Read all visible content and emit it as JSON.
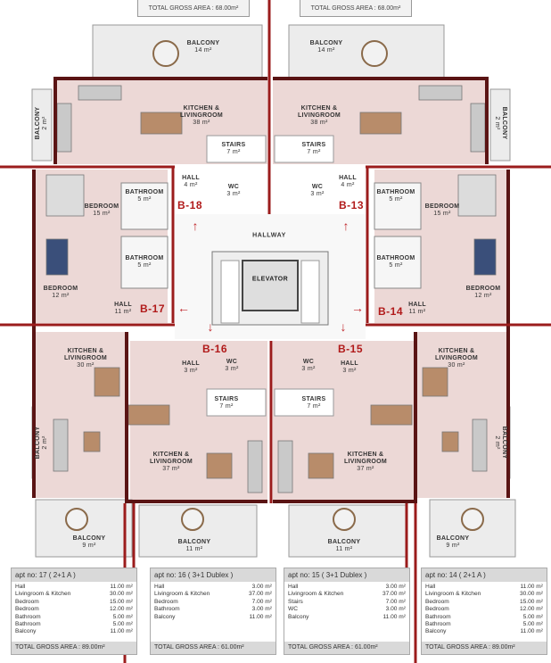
{
  "top_gross": [
    "TOTAL GROSS AREA : 68.00m²",
    "TOTAL GROSS AREA : 68.00m²"
  ],
  "common": {
    "hallway": "HALLWAY",
    "elevator": "ELEVATOR"
  },
  "apartments": [
    "B-18",
    "B-13",
    "B-17",
    "B-14",
    "B-16",
    "B-15"
  ],
  "rooms": {
    "balcony_tl": {
      "name": "BALCONY",
      "area": "14 m²"
    },
    "balcony_tr": {
      "name": "BALCONY",
      "area": "14 m²"
    },
    "kitchen_tl": {
      "name": "KITCHEN & LIVINGROOM",
      "area": "38 m²"
    },
    "kitchen_tr": {
      "name": "KITCHEN & LIVINGROOM",
      "area": "38 m²"
    },
    "stairs_tl": {
      "name": "STAIRS",
      "area": "7 m²"
    },
    "stairs_tr": {
      "name": "STAIRS",
      "area": "7 m²"
    },
    "hall_tl": {
      "name": "HALL",
      "area": "4 m²"
    },
    "hall_tr": {
      "name": "HALL",
      "area": "4 m²"
    },
    "wc_tl": {
      "name": "WC",
      "area": "3 m²"
    },
    "wc_tr": {
      "name": "WC",
      "area": "3 m²"
    },
    "balcony_l1": {
      "name": "BALCONY",
      "area": "2 m²"
    },
    "balcony_r1": {
      "name": "BALCONY",
      "area": "2 m²"
    },
    "bed_l1": {
      "name": "BEDROOM",
      "area": "15 m²"
    },
    "bath_l1": {
      "name": "BATHROOM",
      "area": "5 m²"
    },
    "bed_r1": {
      "name": "BEDROOM",
      "area": "15 m²"
    },
    "bath_r1": {
      "name": "BATHROOM",
      "area": "5 m²"
    },
    "bed_l2": {
      "name": "BEDROOM",
      "area": "12 m²"
    },
    "bath_l2": {
      "name": "BATHROOM",
      "area": "5 m²"
    },
    "hall_l2": {
      "name": "HALL",
      "area": "11 m²"
    },
    "bed_r2": {
      "name": "BEDROOM",
      "area": "12 m²"
    },
    "bath_r2": {
      "name": "BATHROOM",
      "area": "5 m²"
    },
    "hall_r2": {
      "name": "HALL",
      "area": "11 m²"
    },
    "kitchen_l3": {
      "name": "KITCHEN & LIVINGROOM",
      "area": "30 m²"
    },
    "kitchen_r3": {
      "name": "KITCHEN & LIVINGROOM",
      "area": "30 m²"
    },
    "hall_bl": {
      "name": "HALL",
      "area": "3 m²"
    },
    "hall_br": {
      "name": "HALL",
      "area": "3 m²"
    },
    "wc_bl": {
      "name": "WC",
      "area": "3 m²"
    },
    "wc_br": {
      "name": "WC",
      "area": "3 m²"
    },
    "stairs_bl": {
      "name": "STAIRS",
      "area": "7 m²"
    },
    "stairs_br": {
      "name": "STAIRS",
      "area": "7 m²"
    },
    "kitchen_bl": {
      "name": "KITCHEN & LIVINGROOM",
      "area": "37 m²"
    },
    "kitchen_br": {
      "name": "KITCHEN & LIVINGROOM",
      "area": "37 m²"
    },
    "balcony_l3": {
      "name": "BALCONY",
      "area": "2 m²"
    },
    "balcony_r3": {
      "name": "BALCONY",
      "area": "2 m²"
    },
    "balcony_b1": {
      "name": "BALCONY",
      "area": "9 m²"
    },
    "balcony_b2": {
      "name": "BALCONY",
      "area": "11 m²"
    },
    "balcony_b3": {
      "name": "BALCONY",
      "area": "11 m²"
    },
    "balcony_b4": {
      "name": "BALCONY",
      "area": "9 m²"
    }
  },
  "tables": [
    {
      "title": "apt no: 17 ( 2+1 A )",
      "rows": [
        [
          "Hall",
          "11.00 m²"
        ],
        [
          "Livingroom & Kitchen",
          "30.00 m²"
        ],
        [
          "Bedroom",
          "15.00 m²"
        ],
        [
          "Bedroom",
          "12.00 m²"
        ],
        [
          "Bathroom",
          "5.00 m²"
        ],
        [
          "Bathroom",
          "5.00 m²"
        ],
        [
          "Balcony",
          "11.00 m²"
        ]
      ],
      "total": "TOTAL GROSS AREA : 89.00m²"
    },
    {
      "title": "apt no: 16 ( 3+1 Dublex )",
      "rows": [
        [
          "Hall",
          "3.00 m²"
        ],
        [
          "Livingroom & Kitchen",
          "37.00 m²"
        ],
        [
          "Bedroom",
          "7.00 m²"
        ],
        [
          "Bathroom",
          "3.00 m²"
        ],
        [
          "Balcony",
          "11.00 m²"
        ]
      ],
      "total": "TOTAL GROSS AREA : 61.00m²"
    },
    {
      "title": "apt no: 15 ( 3+1 Dublex )",
      "rows": [
        [
          "Hall",
          "3.00 m²"
        ],
        [
          "Livingroom & Kitchen",
          "37.00 m²"
        ],
        [
          "Stairs",
          "7.00 m²"
        ],
        [
          "WC",
          "3.00 m²"
        ],
        [
          "Balcony",
          "11.00 m²"
        ]
      ],
      "total": "TOTAL GROSS AREA : 61.00m²"
    },
    {
      "title": "apt no: 14 ( 2+1 A )",
      "rows": [
        [
          "Hall",
          "11.00 m²"
        ],
        [
          "Livingroom & Kitchen",
          "30.00 m²"
        ],
        [
          "Bedroom",
          "15.00 m²"
        ],
        [
          "Bedroom",
          "12.00 m²"
        ],
        [
          "Bathroom",
          "5.00 m²"
        ],
        [
          "Bathroom",
          "5.00 m²"
        ],
        [
          "Balcony",
          "11.00 m²"
        ]
      ],
      "total": "TOTAL GROSS AREA : 89.00m²"
    }
  ],
  "colors": {
    "wall": "#7a1c1c",
    "red_line": "#c0282d",
    "floor": "#ecd8d6",
    "balcony": "#ebebeb",
    "apt_label": "#b11a1a"
  }
}
